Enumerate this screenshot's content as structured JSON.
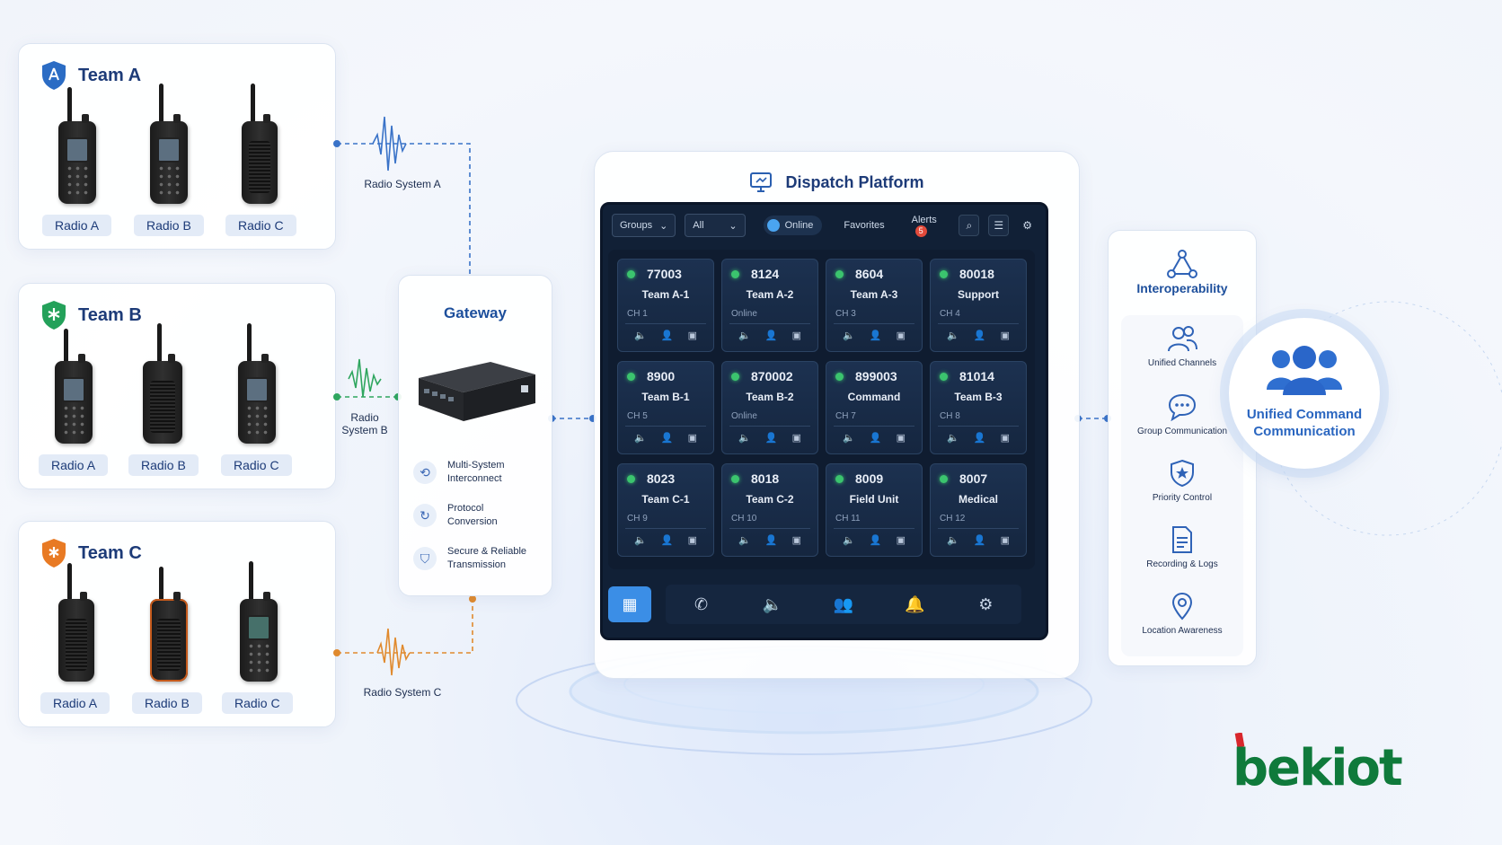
{
  "teams": [
    {
      "title": "Team A",
      "color": "#2b6cc4",
      "radios": [
        "Radio A",
        "Radio B",
        "Radio C"
      ]
    },
    {
      "title": "Team B",
      "color": "#23a15a",
      "radios": [
        "Radio A",
        "Radio B",
        "Radio C"
      ]
    },
    {
      "title": "Team C",
      "color": "#e87a24",
      "radios": [
        "Radio A",
        "Radio B",
        "Radio C"
      ]
    }
  ],
  "links": {
    "system_a": "Radio System A",
    "system_b_line1": "Radio",
    "system_b_line2": "System B",
    "system_c": "Radio System C"
  },
  "gateway": {
    "title": "Gateway",
    "features": [
      {
        "line1": "Multi-System",
        "line2": "Interconnect",
        "icon": "interconnect-icon"
      },
      {
        "line1": "Protocol",
        "line2": "Conversion",
        "icon": "sync-icon"
      },
      {
        "line1": "Secure & Reliable",
        "line2": "Transmission",
        "icon": "shield-icon"
      }
    ]
  },
  "dispatch": {
    "title": "Dispatch Platform",
    "toolbar": {
      "groups": "Groups",
      "all": "All",
      "online": "Online",
      "favorites": "Favorites",
      "alerts": "Alerts",
      "alerts_count": "5"
    },
    "tiles": [
      {
        "num": "77003",
        "name": "Team A-1",
        "ch": "CH 1"
      },
      {
        "num": "8124",
        "name": "Team A-2",
        "ch": "Online"
      },
      {
        "num": "8604",
        "name": "Team A-3",
        "ch": "CH 3"
      },
      {
        "num": "80018",
        "name": "Support",
        "ch": "CH 4"
      },
      {
        "num": "8900",
        "name": "Team B-1",
        "ch": "CH 5"
      },
      {
        "num": "870002",
        "name": "Team B-2",
        "ch": "Online"
      },
      {
        "num": "899003",
        "name": "Command",
        "ch": "CH 7"
      },
      {
        "num": "81014",
        "name": "Team B-3",
        "ch": "CH 8"
      },
      {
        "num": "8023",
        "name": "Team C-1",
        "ch": "CH 9"
      },
      {
        "num": "8018",
        "name": "Team C-2",
        "ch": "CH 10"
      },
      {
        "num": "8009",
        "name": "Field Unit",
        "ch": "CH 11"
      },
      {
        "num": "8007",
        "name": "Medical",
        "ch": "CH 12"
      }
    ]
  },
  "interop": {
    "title": "Interoperability",
    "items": [
      {
        "label": "Unified Channels",
        "icon": "users-icon"
      },
      {
        "label": "Group Communication",
        "icon": "chat-icon"
      },
      {
        "label": "Priority Control",
        "icon": "star-shield-icon"
      },
      {
        "label": "Recording & Logs",
        "icon": "document-icon"
      },
      {
        "label": "Location Awareness",
        "icon": "location-pin-icon"
      }
    ]
  },
  "ucc": {
    "line1": "Unified Command",
    "line2": "Communication"
  },
  "logo": {
    "text": "bekiot",
    "color": "#0f7a3b",
    "accent": "#d8262c"
  }
}
